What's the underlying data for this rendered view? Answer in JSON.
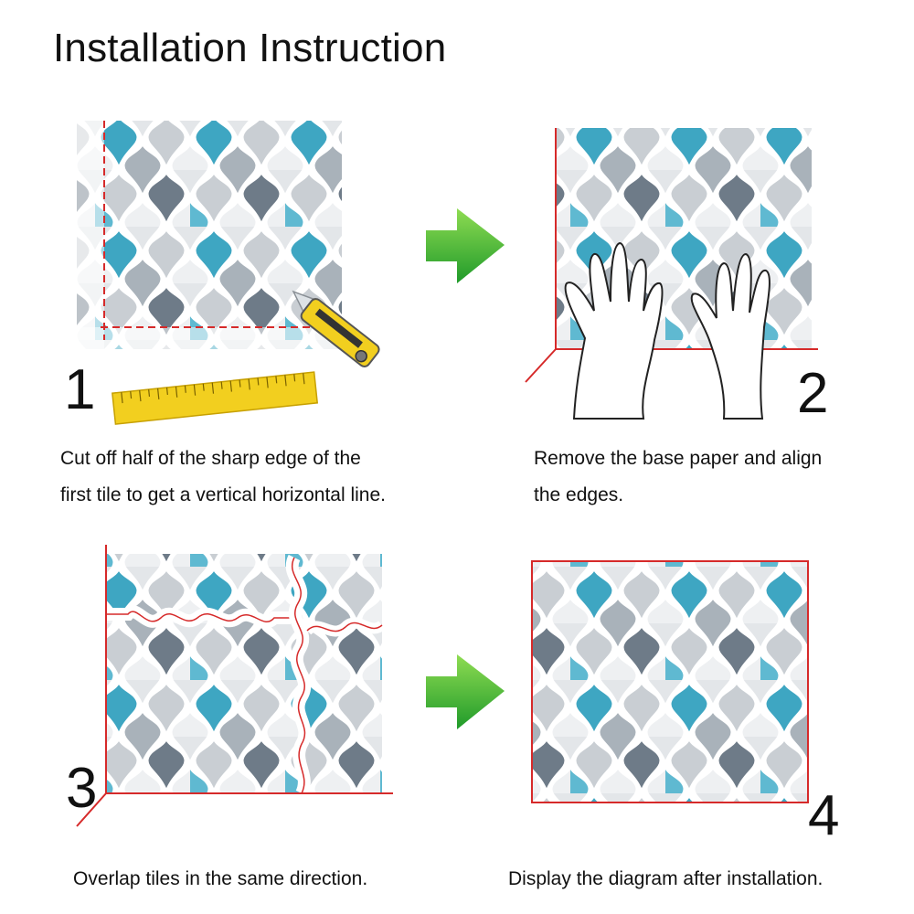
{
  "title": "Installation Instruction",
  "accent_colors": {
    "arrow": "#3cb534",
    "guide_line": "#d62a2a",
    "teal": "#3ea6c2",
    "grey": "#7b8894",
    "ruler": "#f2cf1f"
  },
  "steps": [
    {
      "number": "1",
      "caption_line1": "Cut off half of the sharp edge of the",
      "caption_line2": "first tile to get a vertical horizontal line.",
      "illustration": "cut-tile-with-knife-and-ruler"
    },
    {
      "number": "2",
      "caption_line1": "Remove the base paper and align",
      "caption_line2": "the edges.",
      "illustration": "hands-pressing-tile-on-wall"
    },
    {
      "number": "3",
      "caption_line1": "Overlap tiles in the same direction.",
      "illustration": "overlapping-tile-sheets"
    },
    {
      "number": "4",
      "caption_line1": "Display the diagram after installation.",
      "illustration": "finished-tile-wall"
    }
  ],
  "arrows": [
    "arrow-right-icon",
    "arrow-right-icon"
  ]
}
